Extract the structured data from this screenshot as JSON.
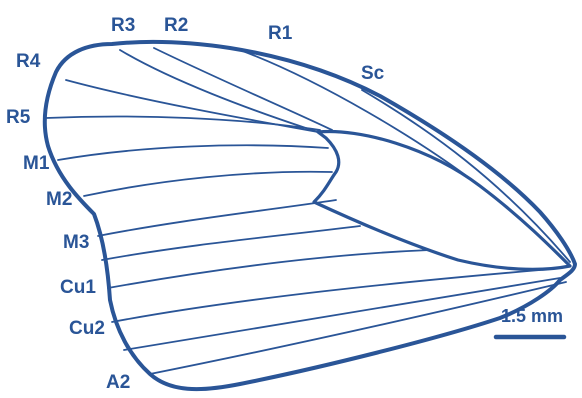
{
  "colors": {
    "ink": "#2a5597",
    "background": "#ffffff"
  },
  "vein_labels": {
    "r3": "R3",
    "r2": "R2",
    "r1": "R1",
    "r4": "R4",
    "sc": "Sc",
    "r5": "R5",
    "m1": "M1",
    "m2": "M2",
    "m3": "M3",
    "cu1": "Cu1",
    "cu2": "Cu2",
    "a2": "A2"
  },
  "scale_bar": {
    "label": "1.5 mm"
  }
}
